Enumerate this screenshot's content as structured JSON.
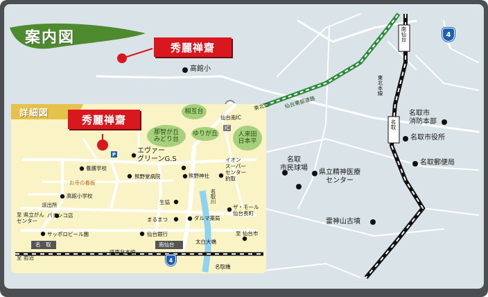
{
  "colors": {
    "frame": "#4b4f52",
    "background": "#d9e3e8",
    "road": "#ffffff",
    "detail_panel": "#faf3c6",
    "detail_road": "#ffffff",
    "accent_red": "#d8171e",
    "green_area": "#a7d07a",
    "brush_green": "#4d8b2e",
    "highway_green": "#2e8b3e",
    "railway": "#111111",
    "river": "#8fd3f0",
    "route_shield": "#1d5fb0"
  },
  "overview": {
    "title": "案内図",
    "destination": "秀麗禅齋",
    "landmarks": {
      "takadate_sho": "高館小",
      "natori_stadium": [
        "名取",
        "市民球場"
      ],
      "psych_center": [
        "県立精神医療",
        "センター"
      ],
      "raijin_kofun": "雷神山古墳",
      "fire_hq": [
        "名取市",
        "消防本部"
      ],
      "city_hall": "名取市役所",
      "post_office": "名取郵便局",
      "sendai_minami_ic": "仙台南IC",
      "tohoku_line": "東北本線",
      "minami_sendai": "南仙台",
      "natori_station": "名取",
      "highway_sign": "仙台東部道路",
      "tomei": "東北道",
      "route": "4",
      "green_labels": [
        "相互台",
        "人来田",
        "日本平",
        "ゆりが丘",
        "那智が丘",
        "みどり台"
      ]
    }
  },
  "detail": {
    "title": "詳細図",
    "destination": "秀麗禅齋",
    "parking": "P",
    "labels": {
      "every_green": [
        "エヴァー",
        "グリーンG.S"
      ],
      "yogo": "養護学校",
      "otera": "お寺の看板",
      "kumano_hospital": "熊野堂病院",
      "kumano_shrine": "熊野神社",
      "takadate_elementary": "高館小学校",
      "koban": "派出所",
      "ikoma": "生協",
      "maruma": "まるまつ",
      "dharma": "ダルマ薬局",
      "aeon": [
        "イオン",
        "スーパー",
        "センター",
        "釣取"
      ],
      "zmall": [
        "ザ・モール",
        "仙台長町"
      ],
      "pachinko": "パチンコ店",
      "sapporo": "サッポロビール園",
      "sendai_bank": "仙台銀行",
      "natori_river": "名取川",
      "taihaku": "太白大橋",
      "jr_tohoku": "JR東北本線",
      "natori_sta": "名　取",
      "minamisendai_sta": "南仙台",
      "mukai": [
        "至 県立がん",
        "センター"
      ],
      "iwanuma": "至 岩沼",
      "sendaishi": "至 仙台市",
      "natori_hashi": "名取橋",
      "route": "4"
    }
  }
}
